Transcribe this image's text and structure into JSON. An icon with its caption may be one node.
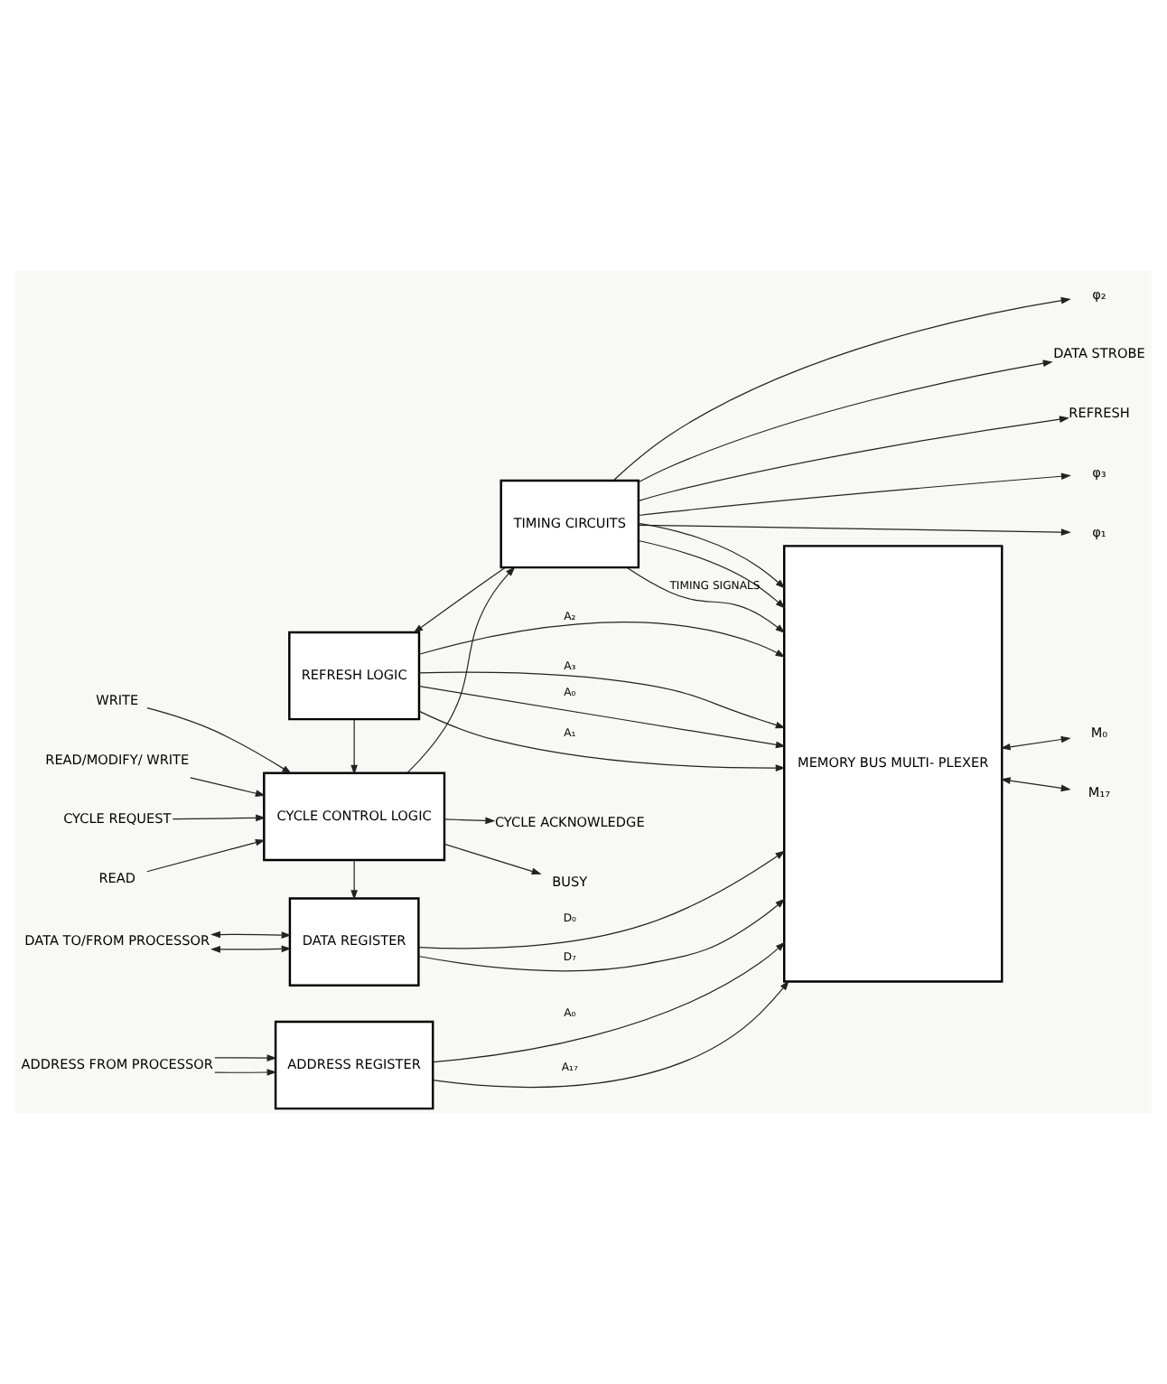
{
  "diagram": {
    "nodes": [
      {
        "text": [
          "CYCLE CONTROL LOGIC"
        ]
      },
      {
        "text": [
          "TIMING CIRCUITS"
        ]
      },
      {
        "text": [
          "REFRESH LOGIC"
        ]
      },
      {
        "text": [
          "MEMORY BUS MULTI- PLEXER"
        ]
      },
      {
        "text": [
          "DATA REGISTER"
        ]
      },
      {
        "text": [
          "ADDRESS REGISTER"
        ]
      },
      {
        "text": [
          "BUSY"
        ]
      },
      {
        "text": [
          "CYCLE ACKNOWLEDGE"
        ]
      },
      {
        "text": [
          "CYCLE REQUEST"
        ]
      },
      {
        "text": [
          "READ"
        ]
      },
      {
        "text": [
          "WRITE"
        ]
      },
      {
        "text": [
          "READ/MODIFY/ WRITE"
        ]
      },
      {
        "text": [
          "φ₁"
        ]
      },
      {
        "text": [
          "φ₂"
        ]
      },
      {
        "text": [
          "φ₃"
        ]
      },
      {
        "text": [
          "DATA STROBE"
        ]
      },
      {
        "text": [
          "REFRESH"
        ]
      },
      {
        "text": [
          "M₀"
        ]
      },
      {
        "text": [
          "M₁₇"
        ]
      },
      {
        "text": [
          "DATA TO/FROM PROCESSOR"
        ]
      },
      {
        "text": [
          "ADDRESS FROM PROCESSOR"
        ]
      }
    ],
    "edges": [
      {
        "from": 0,
        "to": 6,
        "arrow": "to"
      },
      {
        "from": 0,
        "to": 7,
        "arrow": "to"
      },
      {
        "from": 8,
        "to": 0,
        "arrow": "to"
      },
      {
        "from": 9,
        "to": 0,
        "arrow": "to"
      },
      {
        "from": 10,
        "to": 0,
        "arrow": "to"
      },
      {
        "from": 11,
        "to": 0,
        "arrow": "to"
      },
      {
        "from": 0,
        "to": 1,
        "arrow": "to"
      },
      {
        "from": 1,
        "to": 12,
        "arrow": "to"
      },
      {
        "from": 1,
        "to": 13,
        "arrow": "to"
      },
      {
        "from": 1,
        "to": 14,
        "arrow": "to"
      },
      {
        "from": 1,
        "to": 15,
        "arrow": "to"
      },
      {
        "from": 1,
        "to": 16,
        "arrow": "to"
      },
      {
        "from": 1,
        "to": 2,
        "arrow": "to"
      },
      {
        "from": 2,
        "to": 0,
        "arrow": "to"
      },
      {
        "from": 0,
        "to": 4,
        "arrow": "to"
      },
      {
        "from": 1,
        "to": 3,
        "arrow": "to"
      },
      {
        "from": 1,
        "to": 3,
        "arrow": "to"
      },
      {
        "from": 1,
        "to": 3,
        "arrow": "to",
        "label": "TIMING SIGNALS"
      },
      {
        "from": 2,
        "to": 3,
        "arrow": "to",
        "label": "A₀"
      },
      {
        "from": 2,
        "to": 3,
        "arrow": "to",
        "label": "A₁"
      },
      {
        "from": 2,
        "to": 3,
        "arrow": "to",
        "label": "A₂"
      },
      {
        "from": 2,
        "to": 3,
        "arrow": "to",
        "label": "A₃"
      },
      {
        "from": 19,
        "to": 4,
        "arrow": "both"
      },
      {
        "from": 19,
        "to": 4,
        "arrow": "both"
      },
      {
        "from": 4,
        "to": 3,
        "arrow": "to",
        "label": "D₀"
      },
      {
        "from": 4,
        "to": 3,
        "arrow": "to",
        "label": "D₇"
      },
      {
        "from": 20,
        "to": 5,
        "arrow": "to"
      },
      {
        "from": 20,
        "to": 5,
        "arrow": "to"
      },
      {
        "from": 5,
        "to": 3,
        "arrow": "to",
        "label": "A₀"
      },
      {
        "from": 5,
        "to": 3,
        "arrow": "to",
        "label": "A₁₇"
      },
      {
        "from": 3,
        "to": 17,
        "arrow": "both"
      },
      {
        "from": 3,
        "to": 18,
        "arrow": "both"
      }
    ]
  }
}
